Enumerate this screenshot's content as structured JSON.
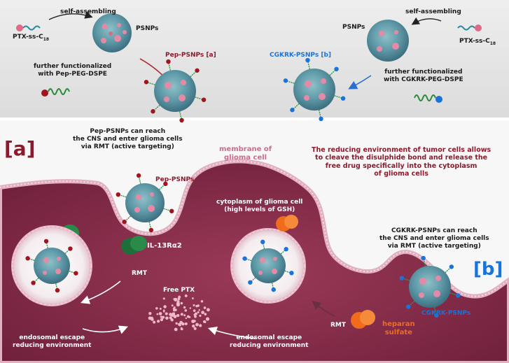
{
  "colors": {
    "panel_bg": "#e8e8e8",
    "cell_fill": "#8a2b48",
    "membrane": "#dba3b4",
    "peptide_red": "#a0151e",
    "peptide_blue": "#1a73d9",
    "receptor_green": "#1e6e3a",
    "receptor_orange": "#f06b1a",
    "nanoparticle": "#4a8a9a"
  },
  "top_panel": {
    "left": {
      "precursor": "PTX-ss-C",
      "precursor_sub": "18",
      "self_assembling": "self-assembling",
      "psnps": "PSNPs",
      "product_label": "Pep-PSNPs [a]",
      "functionalized_line1": "further functionalized",
      "functionalized_line2": "with Pep-PEG-DSPE"
    },
    "right": {
      "precursor": "PTX-ss-C",
      "precursor_sub": "18",
      "self_assembling": "self-assembling",
      "psnps": "PSNPs",
      "product_label": "CGKRK-PSNPs [b]",
      "functionalized_line1": "further functionalized",
      "functionalized_line2": "with CGKRK-PEG-DSPE"
    }
  },
  "bottom": {
    "tag_a": "[a]",
    "tag_b": "[b]",
    "pep_reach_line1": "Pep-PSNPs can reach",
    "pep_reach_line2": "the CNS and enter glioma cells",
    "pep_reach_line3": "via RMT (active targeting)",
    "membrane_line1": "membrane of",
    "membrane_line2": "glioma cell",
    "reducing_line1": "The reducing environment of tumor cells allows",
    "reducing_line2": "to cleave the disulphide bond and release the",
    "reducing_line3": "free drug specifically into the cytoplasm",
    "reducing_line4": "of glioma cells",
    "pep_psnps": "Pep-PSNPs",
    "cytoplasm_line1": "cytoplasm of glioma cell",
    "cytoplasm_line2": "(high levels of GSH)",
    "cgkrk_reach_line1": "CGKRK-PSNPs can reach",
    "cgkrk_reach_line2": "the CNS and enter glioma cells",
    "cgkrk_reach_line3": "via RMT (active targeting)",
    "receptor_il13": "IL-13Rα2",
    "rmt_left": "RMT",
    "rmt_right": "RMT",
    "free_ptx": "Free PTX",
    "cgkrk_psnps": "CGKRK-PSNPs",
    "heparan_line1": "heparan",
    "heparan_line2": "sulfate",
    "escape_left_line1": "endosomal escape",
    "escape_left_line2": "reducing environment",
    "escape_right_line1": "endosomal escape",
    "escape_right_line2": "reducing environment"
  }
}
